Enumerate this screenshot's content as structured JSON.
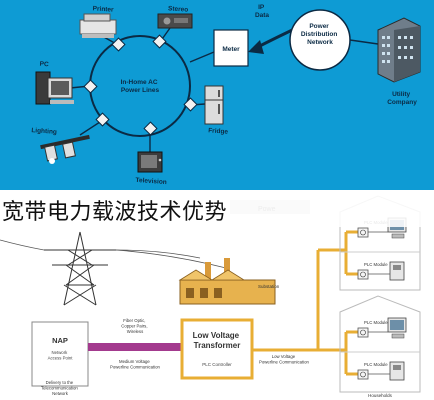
{
  "title": "宽带电力载波技术优势",
  "top": {
    "ring_label": "In-Home AC Power Lines",
    "devices": [
      {
        "name": "Printer"
      },
      {
        "name": "Stereo"
      },
      {
        "name": "PC"
      },
      {
        "name": "Lighting"
      },
      {
        "name": "Television"
      },
      {
        "name": "Fridge"
      }
    ],
    "ip_data": "IP Data",
    "meter": "Meter",
    "pdn": "Power Distribution Network",
    "utility": "Utility Company"
  },
  "bottom": {
    "banner_tag": "Powe",
    "substation": "Substation",
    "ltv_line1": "Low Voltage",
    "ltv_line2": "Transformer",
    "plc_controller": "PLC Controller",
    "nap_title": "NAP",
    "nap_sub": "Network Access Point",
    "delivery": "Delivery to the Telecommunication Network",
    "fiber": "Fiber Optic, Copper Pairs, Wireless",
    "medium": "Medium Voltage Powerline Communication",
    "low_comm": "Low Voltage Powerline Communication",
    "plc_module": "PLC Module",
    "households": "Households"
  },
  "colors": {
    "top_bg": "#0e9bd4",
    "wire": "#e8ae34",
    "purple": "#a33a8e"
  }
}
